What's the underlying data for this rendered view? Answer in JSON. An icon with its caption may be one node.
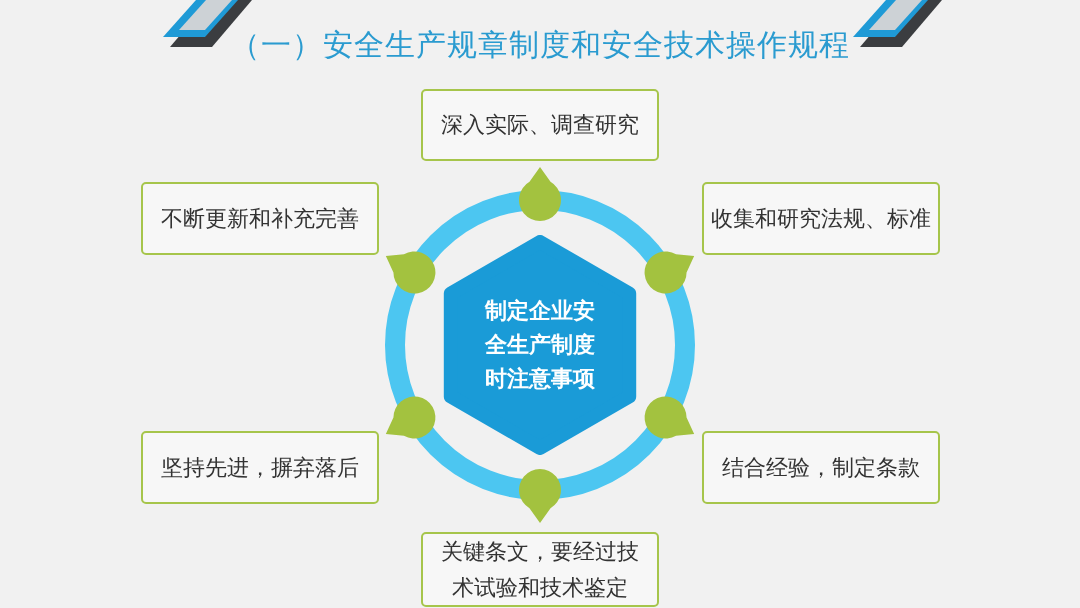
{
  "diagram": {
    "title": "（一）安全生产规章制度和安全技术操作规程",
    "nodes": [
      {
        "text": [
          "制定企业安全生产制度时注意事项"
        ]
      },
      {
        "text": [
          "深入实际、调查研究"
        ]
      },
      {
        "text": [
          "收集和研究法规、标准"
        ]
      },
      {
        "text": [
          "结合经验，制定条款"
        ]
      },
      {
        "text": [
          "关键条文，要经过技术试验和技术鉴定"
        ]
      },
      {
        "text": [
          "坚持先进，摒弃落后"
        ]
      },
      {
        "text": [
          "不断更新和补充完善"
        ]
      }
    ]
  }
}
